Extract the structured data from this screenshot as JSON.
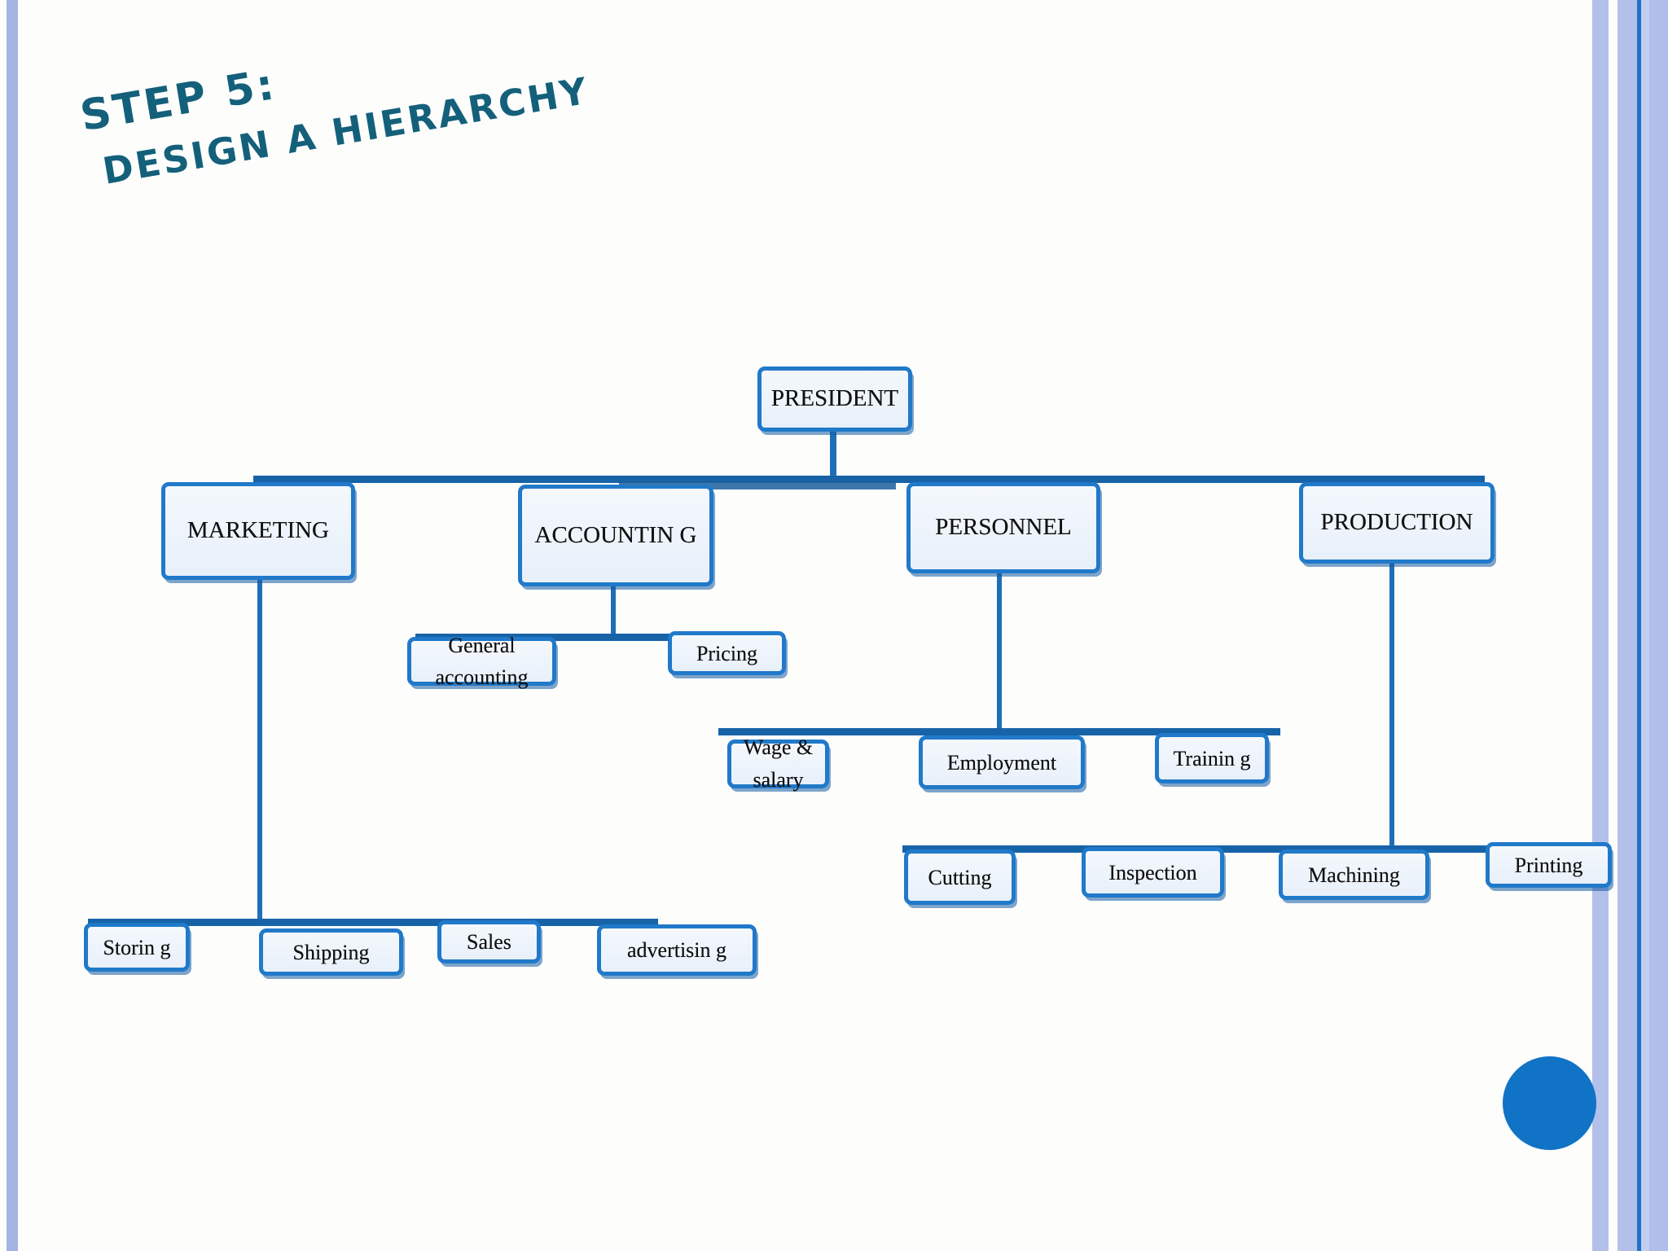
{
  "slide": {
    "title": {
      "line1": "STEP 5:",
      "line2": "DESIGN A HIERARCHY"
    },
    "theme": {
      "title_color": "#14607b",
      "box_border": "#2079c9",
      "box_fill": "#eef4fb",
      "connector": "#1f6fb8",
      "accent_dot": "#1073c6",
      "stripe": "#a3b3e2",
      "background": "#fdfefc"
    }
  },
  "chart_data": {
    "type": "diagram",
    "diagram_kind": "organizational-hierarchy-tree",
    "title": "STEP 5: DESIGN A HIERARCHY",
    "root": "PRESIDENT",
    "levels": 3,
    "nodes": [
      {
        "id": "president",
        "label": "PRESIDENT",
        "level": 0,
        "parent": null
      },
      {
        "id": "marketing",
        "label": "MARKETING",
        "level": 1,
        "parent": "president"
      },
      {
        "id": "accounting",
        "label": "ACCOUNTIN G",
        "level": 1,
        "parent": "president"
      },
      {
        "id": "personnel",
        "label": "PERSONNEL",
        "level": 1,
        "parent": "president"
      },
      {
        "id": "production",
        "label": "PRODUCTION",
        "level": 1,
        "parent": "president"
      },
      {
        "id": "general",
        "label": "General accounting",
        "level": 2,
        "parent": "accounting"
      },
      {
        "id": "pricing",
        "label": "Pricing",
        "level": 2,
        "parent": "accounting"
      },
      {
        "id": "wage",
        "label": "Wage & salary",
        "level": 2,
        "parent": "personnel"
      },
      {
        "id": "employment",
        "label": "Employment",
        "level": 2,
        "parent": "personnel"
      },
      {
        "id": "training",
        "label": "Trainin g",
        "level": 2,
        "parent": "personnel"
      },
      {
        "id": "cutting",
        "label": "Cutting",
        "level": 2,
        "parent": "production"
      },
      {
        "id": "inspection",
        "label": "Inspection",
        "level": 2,
        "parent": "production"
      },
      {
        "id": "machining",
        "label": "Machining",
        "level": 2,
        "parent": "production"
      },
      {
        "id": "printing",
        "label": "Printing",
        "level": 2,
        "parent": "production"
      },
      {
        "id": "storing",
        "label": "Storin g",
        "level": 2,
        "parent": "marketing"
      },
      {
        "id": "shipping",
        "label": "Shipping",
        "level": 2,
        "parent": "marketing"
      },
      {
        "id": "sales",
        "label": "Sales",
        "level": 2,
        "parent": "marketing"
      },
      {
        "id": "advertising",
        "label": "advertisin g",
        "level": 2,
        "parent": "marketing"
      }
    ]
  }
}
